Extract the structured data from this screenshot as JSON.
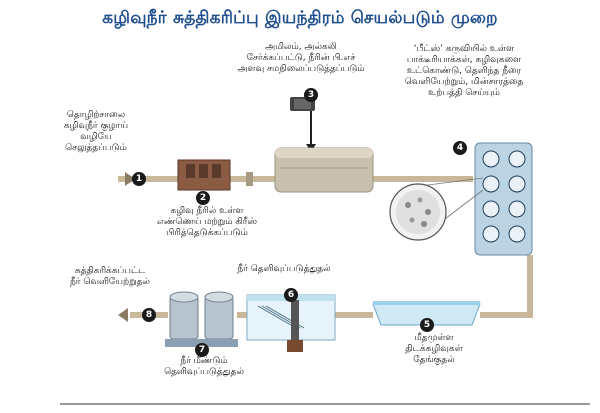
{
  "title": "கழிவுநீர் சுத்திகரிப்பு இயந்திரம் செயல்படும் முறை",
  "steps": [
    {
      "n": "1",
      "text": "தொழிற்சாலை கழிவுநீர் குழாய் வழியே செலுத்தப்படும்"
    },
    {
      "n": "2",
      "text": "கழிவு நீரில் உள்ள எண்ணெய் மற்றும் கிரீஸ் பிரித்தெடுக்கப்படும்"
    },
    {
      "n": "3",
      "text": "அமிலம், அல்கலி சேர்க்கப்பட்டு, நீரின் பி.எச் அளவு சமநிலைப்படுத்தப்படும்"
    },
    {
      "n": "4",
      "text": "‘பீட்ஸ்’ கருவியில் உள்ள பாக்டீரியாக்கள், கழிவுகளை உட்கொண்டு, தெளிந்த நீரை வெளியேற்றும், மின்சாரத்தை உற்பத்தி செய்யும்"
    },
    {
      "n": "5",
      "text": "மீதமுள்ள திடக்கழிவுகள் தேங்குதல்"
    },
    {
      "n": "6",
      "text": "நீர் தெளிவுப்படுத்துதல்"
    },
    {
      "n": "7",
      "text": "நீர் மீண்டும் தெளிவுப்படுத்துதல்"
    },
    {
      "n": "8",
      "text": "சுத்திகரிக்கப்பட்ட நீர் வெளியேற்றுதல்"
    }
  ],
  "colors": {
    "title": "#1f4f8f",
    "pipe": "#c8b79a",
    "tank": "#c9bfae",
    "water": "#cfe9f5",
    "cylinder": "#b7c4cf",
    "panel": "#bcd3e4"
  }
}
